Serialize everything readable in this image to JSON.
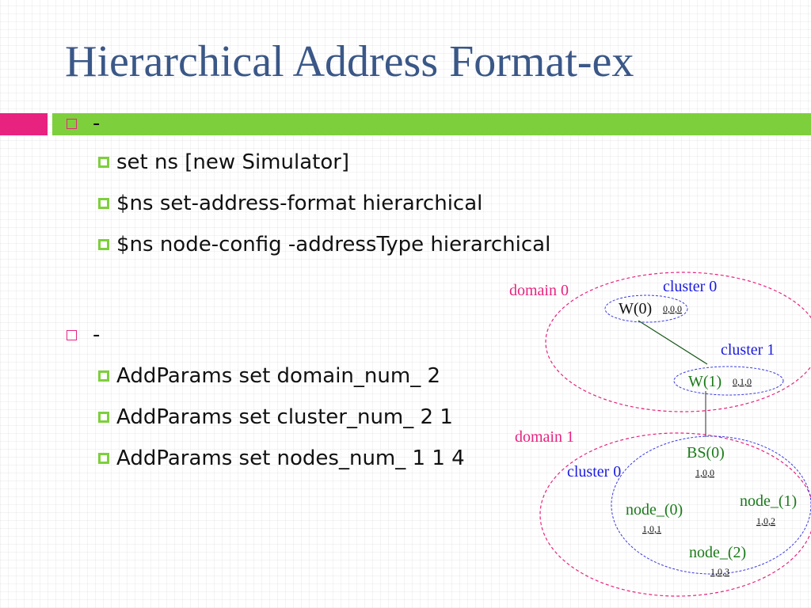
{
  "slide": {
    "title": "Hierarchical Address Format-ex",
    "sections": [
      {
        "bullet": "-",
        "items": [
          "set ns [new Simulator]",
          "$ns set-address-format hierarchical",
          "$ns node-config -addressType hierarchical"
        ]
      },
      {
        "bullet": "-",
        "items": [
          "AddParams set domain_num_ 2",
          "AddParams set cluster_num_ 2 1",
          "AddParams set nodes_num_ 1 1 4"
        ]
      }
    ]
  },
  "diagram": {
    "domain0_label": "domain 0",
    "domain1_label": "domain 1",
    "d0_cluster0_label": "cluster 0",
    "d0_cluster1_label": "cluster 1",
    "d1_cluster0_label": "cluster 0",
    "w0": {
      "name": "W(0)",
      "addr": "0,0,0"
    },
    "w1": {
      "name": "W(1)",
      "addr": "0,1,0"
    },
    "bs0": {
      "name": "BS(0)",
      "addr": "1,0,0"
    },
    "node0": {
      "name": "node_(0)",
      "addr": "1,0,1"
    },
    "node1": {
      "name": "node_(1)",
      "addr": "1,0,2"
    },
    "node2": {
      "name": "node_(2)",
      "addr": "1,0,3"
    }
  },
  "colors": {
    "title": "#3a5787",
    "accent_pink": "#e7237f",
    "accent_green": "#7ecf3c",
    "domain_label": "#e7237f",
    "cluster_label": "#1a1ae0",
    "node_label": "#1a7a1a"
  }
}
